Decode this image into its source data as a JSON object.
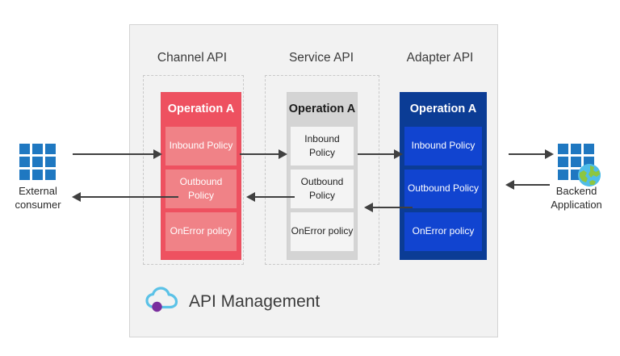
{
  "diagram": {
    "title": "API Management",
    "platform_label": "API Management",
    "columns": [
      {
        "id": "channel-api",
        "title": "Channel API",
        "theme": "red",
        "dashed_frame": true,
        "operation": "Operation A",
        "policies": [
          "Inbound Policy",
          "Outbound Policy",
          "OnError policy"
        ]
      },
      {
        "id": "service-api",
        "title": "Service API",
        "theme": "gray",
        "dashed_frame": true,
        "operation": "Operation A",
        "policies": [
          "Inbound Policy",
          "Outbound Policy",
          "OnError policy"
        ]
      },
      {
        "id": "adapter-api",
        "title": "Adapter API",
        "theme": "blue",
        "dashed_frame": false,
        "operation": "Operation A",
        "policies": [
          "Inbound Policy",
          "Outbound Policy",
          "OnError policy"
        ]
      }
    ],
    "endpoints": {
      "left": {
        "caption_line1": "External",
        "caption_line2": "consumer",
        "icon": "app-grid-icon"
      },
      "right": {
        "caption_line1": "Backend",
        "caption_line2": "Application",
        "icon": "app-grid-globe-icon"
      }
    },
    "colors": {
      "channel_primary": "#EE5160",
      "channel_secondary": "#F08287",
      "service_primary": "#D4D4D4",
      "service_secondary": "#F4F4F4",
      "adapter_primary": "#0B3C95",
      "adapter_secondary": "#1144D0",
      "canvas": "#F2F2F2",
      "arrow": "#404040",
      "icon_blue": "#1F78C1",
      "brand_cloud": "#5BC2E7",
      "brand_dot": "#7A2E9D"
    },
    "flows": {
      "request_label": "request-flow-left-to-right",
      "response_label": "response-flow-right-to-left"
    }
  }
}
